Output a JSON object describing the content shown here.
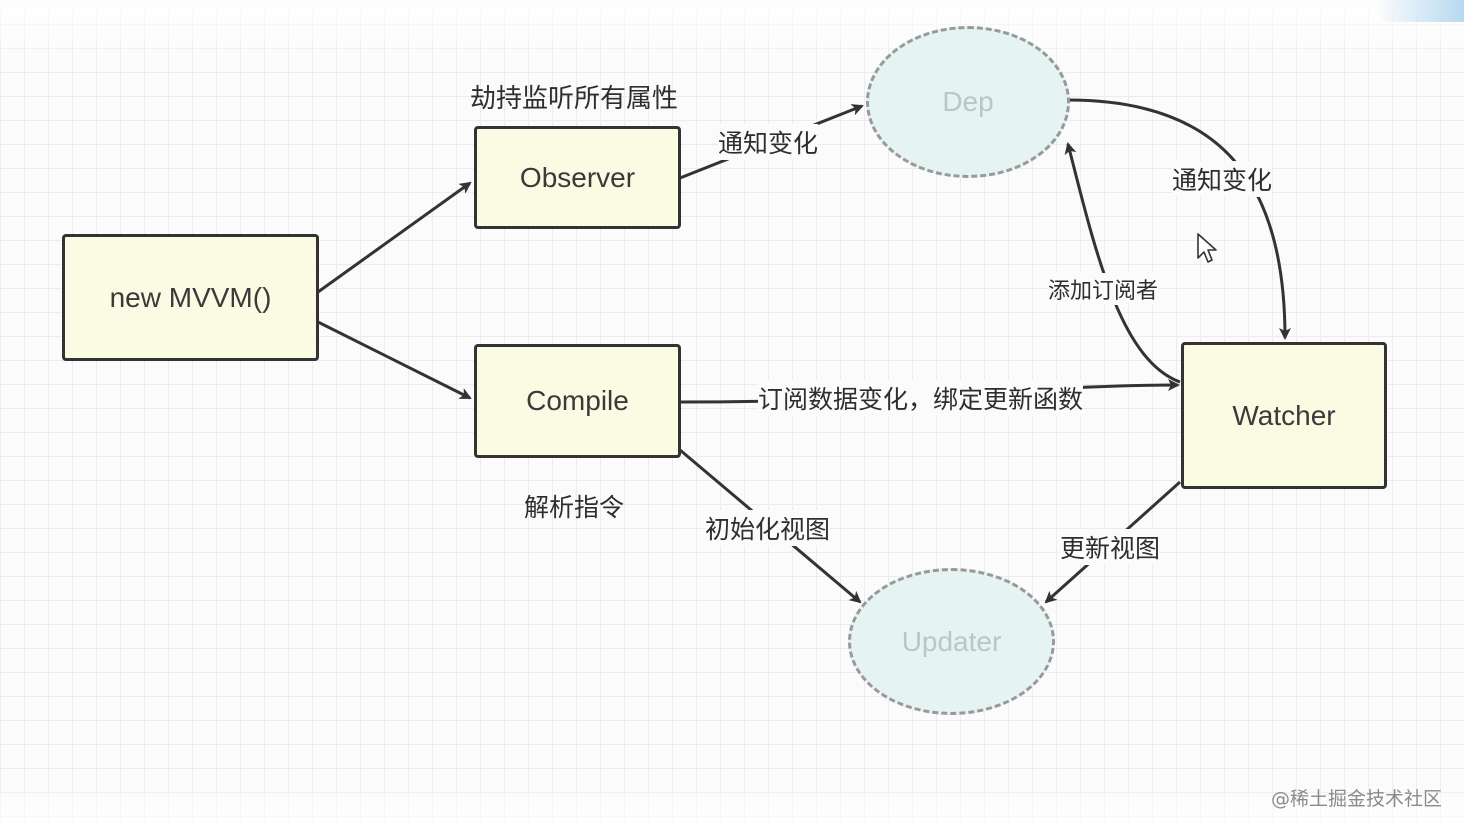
{
  "nodes": {
    "mvvm": "new MVVM()",
    "observer": "Observer",
    "compile": "Compile",
    "dep": "Dep",
    "watcher": "Watcher",
    "updater": "Updater"
  },
  "labels": {
    "observer_note": "劫持监听所有属性",
    "compile_note": "解析指令",
    "observer_to_dep": "通知变化",
    "dep_to_watcher": "通知变化",
    "watcher_to_dep": "添加订阅者",
    "compile_to_watcher": "订阅数据变化，绑定更新函数",
    "compile_to_updater": "初始化视图",
    "watcher_to_updater": "更新视图"
  },
  "watermark": "@稀土掘金技术社区",
  "colors": {
    "box_fill": "#fbfbe3",
    "box_border": "#333333",
    "ellipse_fill": "#e5f4f2",
    "ellipse_border": "#999999",
    "arrow": "#333333"
  }
}
